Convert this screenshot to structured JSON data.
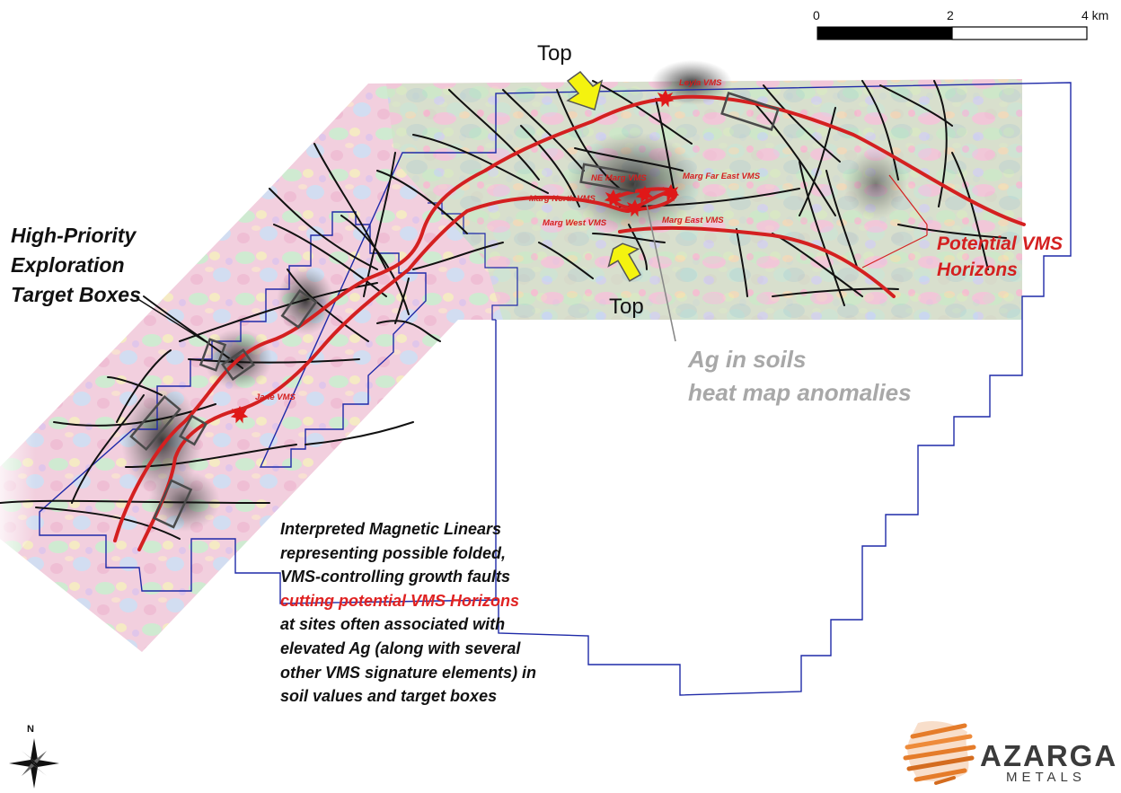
{
  "labels": {
    "high_priority": [
      "High-Priority",
      "Exploration",
      "Target Boxes"
    ],
    "potential_vms": [
      "Potential VMS",
      "Horizons"
    ],
    "ag_soils": [
      "Ag in soils",
      "heat map anomalies"
    ],
    "top": "Top",
    "description_lines": [
      "Interpreted Magnetic Linears",
      "representing possible folded,",
      "VMS-controlling growth faults",
      "cutting potential VMS Horizons",
      "at sites often associated with",
      "elevated Ag (along with several",
      "other VMS signature elements) in",
      "soil values and target boxes"
    ],
    "vms_sites": {
      "leyla": "Leyla VMS",
      "ne_marg": "NE Marg VMS",
      "marg_far_east": "Marg Far East VMS",
      "marg_north": "Marg North VMS",
      "marg_west": "Marg West VMS",
      "marg_east": "Marg East VMS",
      "jane": "Jane VMS"
    }
  },
  "scale_bar": {
    "ticks": [
      "0",
      "2",
      "4 km"
    ]
  },
  "north_arrow": {
    "label": "N"
  },
  "logo": {
    "name": "AZARGA",
    "sub": "METALS",
    "icon": "horse-head-logo-icon"
  },
  "colors": {
    "vms_horizon": "#d42020",
    "boundary": "#1f2aa8",
    "faults": "#111111",
    "top_arrow": "#f4f30f",
    "desc_highlight": "#e02222",
    "ag_label": "#a8a8a8",
    "logo_orange": "#e57c2a"
  }
}
